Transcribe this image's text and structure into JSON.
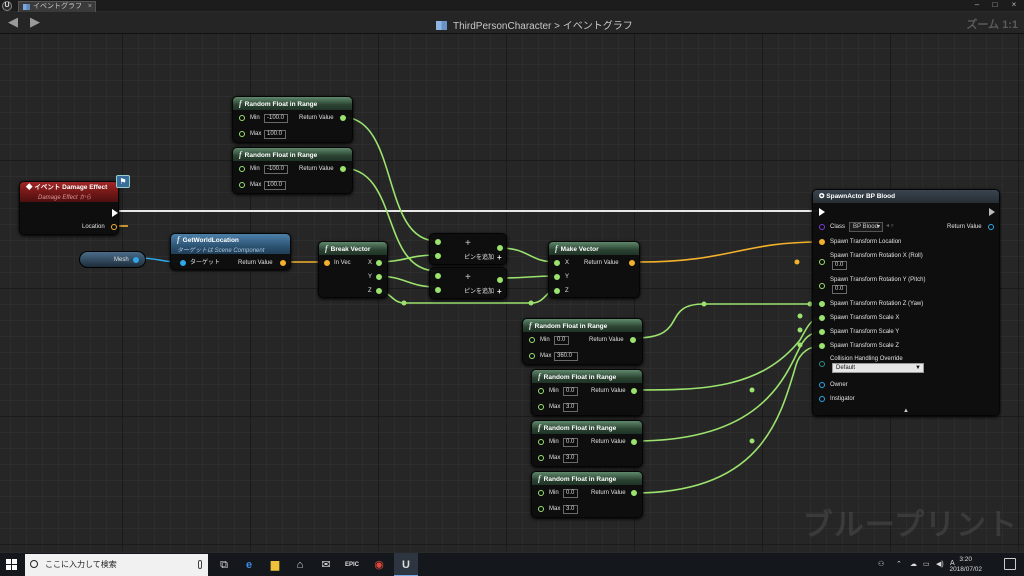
{
  "window": {
    "tab_title": "イベントグラフ",
    "close": "×",
    "min": "–",
    "max": "□",
    "exit": "×"
  },
  "header": {
    "back": "◀",
    "forward": "▶",
    "breadcrumb_asset": "ThirdPersonCharacter",
    "breadcrumb_sep": ">",
    "breadcrumb_graph": "イベントグラフ",
    "zoom": "ズーム 1:1"
  },
  "nodes": {
    "event": {
      "title": "イベント Damage Effect",
      "subtitle": "Damage Effect から",
      "pin_location": "Location"
    },
    "mesh": {
      "label": "Mesh"
    },
    "getworld": {
      "title": "GetWorldLocation",
      "subtitle": "ターゲットは Scene Component",
      "pin_target": "ターゲット",
      "pin_return": "Return Value"
    },
    "rand1": {
      "title": "Random Float in Range",
      "min_label": "Min",
      "min": "-100.0",
      "max_label": "Max",
      "max": "100.0",
      "return": "Return Value"
    },
    "rand2": {
      "title": "Random Float in Range",
      "min_label": "Min",
      "min": "-100.0",
      "max_label": "Max",
      "max": "100.0",
      "return": "Return Value"
    },
    "break": {
      "title": "Break Vector",
      "in": "In Vec",
      "x": "X",
      "y": "Y",
      "z": "Z"
    },
    "add1": {
      "symbol": "+",
      "label": "ピンを追加",
      "plus": "+"
    },
    "add2": {
      "symbol": "+",
      "label": "ピンを追加",
      "plus": "+"
    },
    "make": {
      "title": "Make Vector",
      "x": "X",
      "y": "Y",
      "z": "Z",
      "return": "Return Value"
    },
    "rand3": {
      "title": "Random Float in Range",
      "min_label": "Min",
      "min": "0.0",
      "max_label": "Max",
      "max": "360.0",
      "return": "Return Value"
    },
    "rand4": {
      "title": "Random Float in Range",
      "min_label": "Min",
      "min": "0.0",
      "max_label": "Max",
      "max": "3.0",
      "return": "Return Value"
    },
    "rand5": {
      "title": "Random Float in Range",
      "min_label": "Min",
      "min": "0.0",
      "max_label": "Max",
      "max": "3.0",
      "return": "Return Value"
    },
    "rand6": {
      "title": "Random Float in Range",
      "min_label": "Min",
      "min": "0.0",
      "max_label": "Max",
      "max": "3.0",
      "return": "Return Value"
    },
    "spawn": {
      "title": "SpawnActor BP Blood",
      "class_label": "Class",
      "class_value": "BP Blood",
      "return": "Return Value",
      "loc": "Spawn Transform Location",
      "rotx": "Spawn Transform Rotation X (Roll)",
      "rotx_val": "0.0",
      "roty": "Spawn Transform Rotation Y (Pitch)",
      "roty_val": "0.0",
      "rotz": "Spawn Transform Rotation Z (Yaw)",
      "sx": "Spawn Transform Scale X",
      "sy": "Spawn Transform Scale Y",
      "sz": "Spawn Transform Scale Z",
      "collision": "Collision Handling Override",
      "collision_val": "Default",
      "owner": "Owner",
      "instigator": "Instigator",
      "expand": "▲"
    }
  },
  "watermark": "ブループリント",
  "taskbar": {
    "search_placeholder": "ここに入力して検索",
    "time": "3:20",
    "date": "2018/07/02",
    "tray_icons": [
      "person-icon",
      "chevron-up-icon",
      "cloud-icon",
      "network-icon",
      "volume-icon",
      "ime-icon"
    ],
    "tray_ime": "A"
  }
}
